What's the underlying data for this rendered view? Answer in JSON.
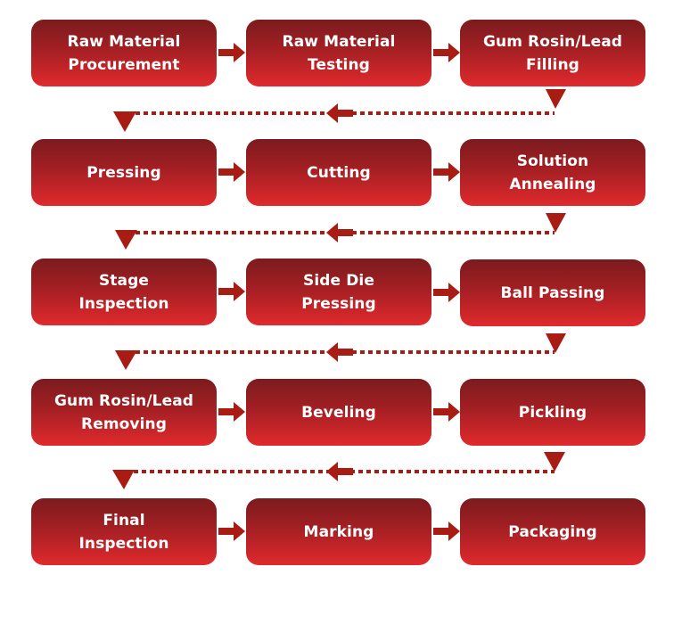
{
  "diagram": {
    "colors": {
      "box_top": "#7b1b1e",
      "box_bottom": "#e02a2d",
      "text": "#ffffff",
      "arrow": "#a81c14"
    },
    "rows": [
      {
        "steps": [
          "Raw Material\nProcurement",
          "Raw Material\nTesting",
          "Gum Rosin/Lead\nFilling"
        ]
      },
      {
        "steps": [
          "Pressing",
          "Cutting",
          "Solution\nAnnealing"
        ]
      },
      {
        "steps": [
          "Stage\nInspection",
          "Side Die\nPressing",
          "Ball Passing"
        ]
      },
      {
        "steps": [
          "Gum Rosin/Lead\nRemoving",
          "Beveling",
          "Pickling"
        ]
      },
      {
        "steps": [
          "Final\nInspection",
          "Marking",
          "Packaging"
        ]
      }
    ],
    "flow": "left-to-right within each row; dotted return connector from end of row to start of next row"
  }
}
